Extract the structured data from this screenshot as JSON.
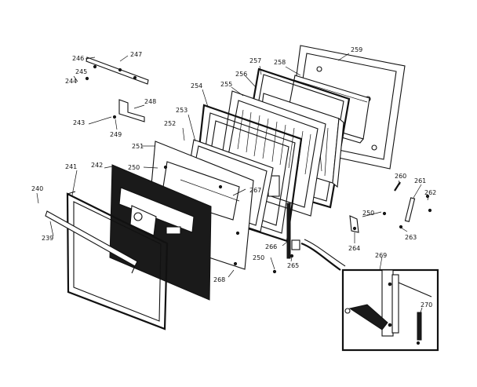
{
  "diagram": {
    "callouts": [
      {
        "id": "c246",
        "text": "246"
      },
      {
        "id": "c247",
        "text": "247"
      },
      {
        "id": "c245",
        "text": "245"
      },
      {
        "id": "c244",
        "text": "244"
      },
      {
        "id": "c248",
        "text": "248"
      },
      {
        "id": "c243",
        "text": "243"
      },
      {
        "id": "c249",
        "text": "249"
      },
      {
        "id": "c257",
        "text": "257"
      },
      {
        "id": "c258",
        "text": "258"
      },
      {
        "id": "c259",
        "text": "259"
      },
      {
        "id": "c254",
        "text": "254"
      },
      {
        "id": "c255",
        "text": "255"
      },
      {
        "id": "c256",
        "text": "256"
      },
      {
        "id": "c253",
        "text": "253"
      },
      {
        "id": "c252",
        "text": "252"
      },
      {
        "id": "c251",
        "text": "251"
      },
      {
        "id": "c250a",
        "text": "250"
      },
      {
        "id": "c241",
        "text": "241"
      },
      {
        "id": "c242",
        "text": "242"
      },
      {
        "id": "c240",
        "text": "240"
      },
      {
        "id": "c239",
        "text": "239"
      },
      {
        "id": "c267",
        "text": "267"
      },
      {
        "id": "c260",
        "text": "260"
      },
      {
        "id": "c261",
        "text": "261"
      },
      {
        "id": "c262",
        "text": "262"
      },
      {
        "id": "c250b",
        "text": "250"
      },
      {
        "id": "c263",
        "text": "263"
      },
      {
        "id": "c264",
        "text": "264"
      },
      {
        "id": "c266",
        "text": "266"
      },
      {
        "id": "c250c",
        "text": "250"
      },
      {
        "id": "c265",
        "text": "265"
      },
      {
        "id": "c268",
        "text": "268"
      },
      {
        "id": "c269",
        "text": "269"
      },
      {
        "id": "c270",
        "text": "270"
      }
    ]
  }
}
